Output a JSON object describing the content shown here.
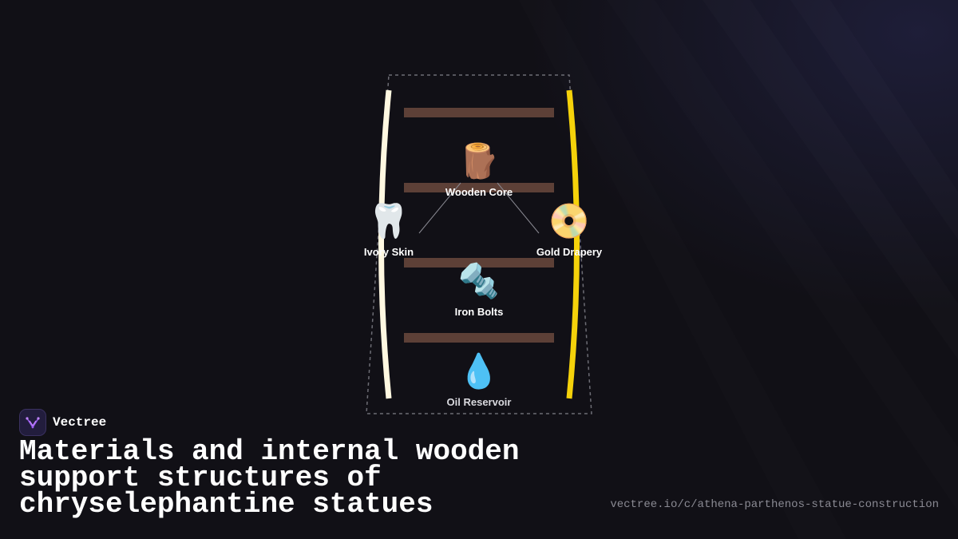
{
  "brand": {
    "name": "Vectree",
    "logo_icon": "vectree-logo-icon",
    "accent": "#9b5cf0"
  },
  "title": "Materials and internal wooden support structures of chryselephantine statues",
  "source_url": "vectree.io/c/athena-parthenos-statue-construction",
  "diagram": {
    "nodes": [
      {
        "id": "wooden-core",
        "emoji": "🪵",
        "label": "Wooden Core"
      },
      {
        "id": "ivory-skin",
        "emoji": "🦷",
        "label": "Ivory Skin"
      },
      {
        "id": "gold-drapery",
        "emoji": "📀",
        "label": "Gold Drapery"
      },
      {
        "id": "iron-bolts",
        "emoji": "🔩",
        "label": "Iron Bolts"
      },
      {
        "id": "oil-reservoir",
        "emoji": "💧",
        "label": "Oil Reservoir"
      }
    ],
    "edges": [
      {
        "from": "wooden-core",
        "to": "ivory-skin"
      },
      {
        "from": "wooden-core",
        "to": "gold-drapery"
      }
    ],
    "colors": {
      "ivory": "#fff8e1",
      "gold": "#f5d20a",
      "wood": "#5d4037",
      "outline": "#6d6d75",
      "connector": "#8a8a93"
    }
  }
}
